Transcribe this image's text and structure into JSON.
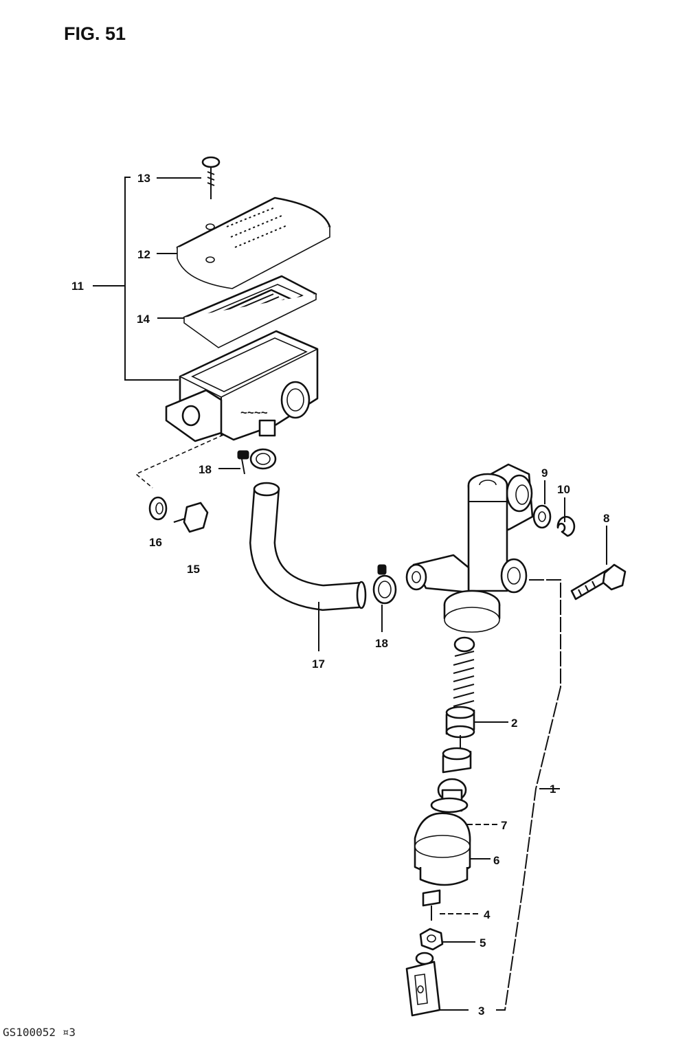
{
  "figure": {
    "title": "FIG. 51",
    "code": "GS100052 ¤3"
  },
  "callouts": [
    {
      "id": "c1",
      "number": "1"
    },
    {
      "id": "c2",
      "number": "2"
    },
    {
      "id": "c3",
      "number": "3"
    },
    {
      "id": "c4",
      "number": "4"
    },
    {
      "id": "c5",
      "number": "5"
    },
    {
      "id": "c6",
      "number": "6"
    },
    {
      "id": "c7",
      "number": "7"
    },
    {
      "id": "c8",
      "number": "8"
    },
    {
      "id": "c9",
      "number": "9"
    },
    {
      "id": "c10",
      "number": "10"
    },
    {
      "id": "c11",
      "number": "11"
    },
    {
      "id": "c12",
      "number": "12"
    },
    {
      "id": "c13",
      "number": "13"
    },
    {
      "id": "c14",
      "number": "14"
    },
    {
      "id": "c15",
      "number": "15"
    },
    {
      "id": "c16",
      "number": "16"
    },
    {
      "id": "c17",
      "number": "17"
    },
    {
      "id": "c18a",
      "number": "18"
    },
    {
      "id": "c18b",
      "number": "18"
    }
  ]
}
